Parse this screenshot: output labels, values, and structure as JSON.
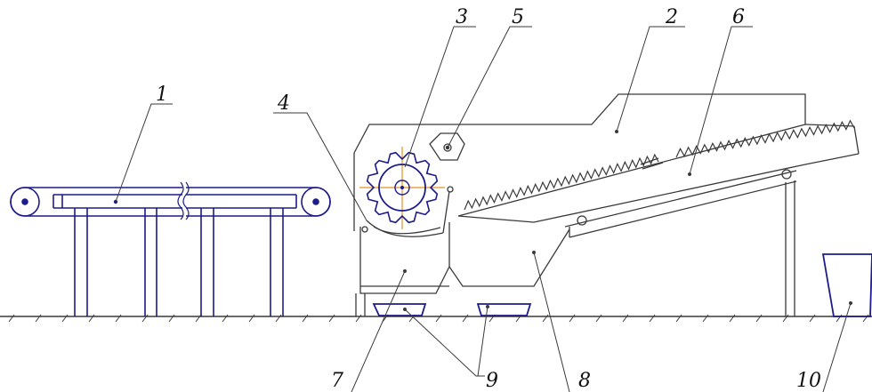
{
  "colors": {
    "line": "#3a3a3a",
    "highlight": "#1c1c8a",
    "axis": "#e89020",
    "background": "#ffffff"
  },
  "icons": [
    "cog-rotor-icon",
    "hex-pulley-icon",
    "break-mark-icon",
    "ground-hatch-icon"
  ],
  "labels": [
    {
      "id": "label-1",
      "text": "1"
    },
    {
      "id": "label-2",
      "text": "2"
    },
    {
      "id": "label-3",
      "text": "3"
    },
    {
      "id": "label-4",
      "text": "4"
    },
    {
      "id": "label-5",
      "text": "5"
    },
    {
      "id": "label-6",
      "text": "6"
    },
    {
      "id": "label-7",
      "text": "7"
    },
    {
      "id": "label-8",
      "text": "8"
    },
    {
      "id": "label-9",
      "text": "9"
    },
    {
      "id": "label-10",
      "text": "10"
    }
  ]
}
